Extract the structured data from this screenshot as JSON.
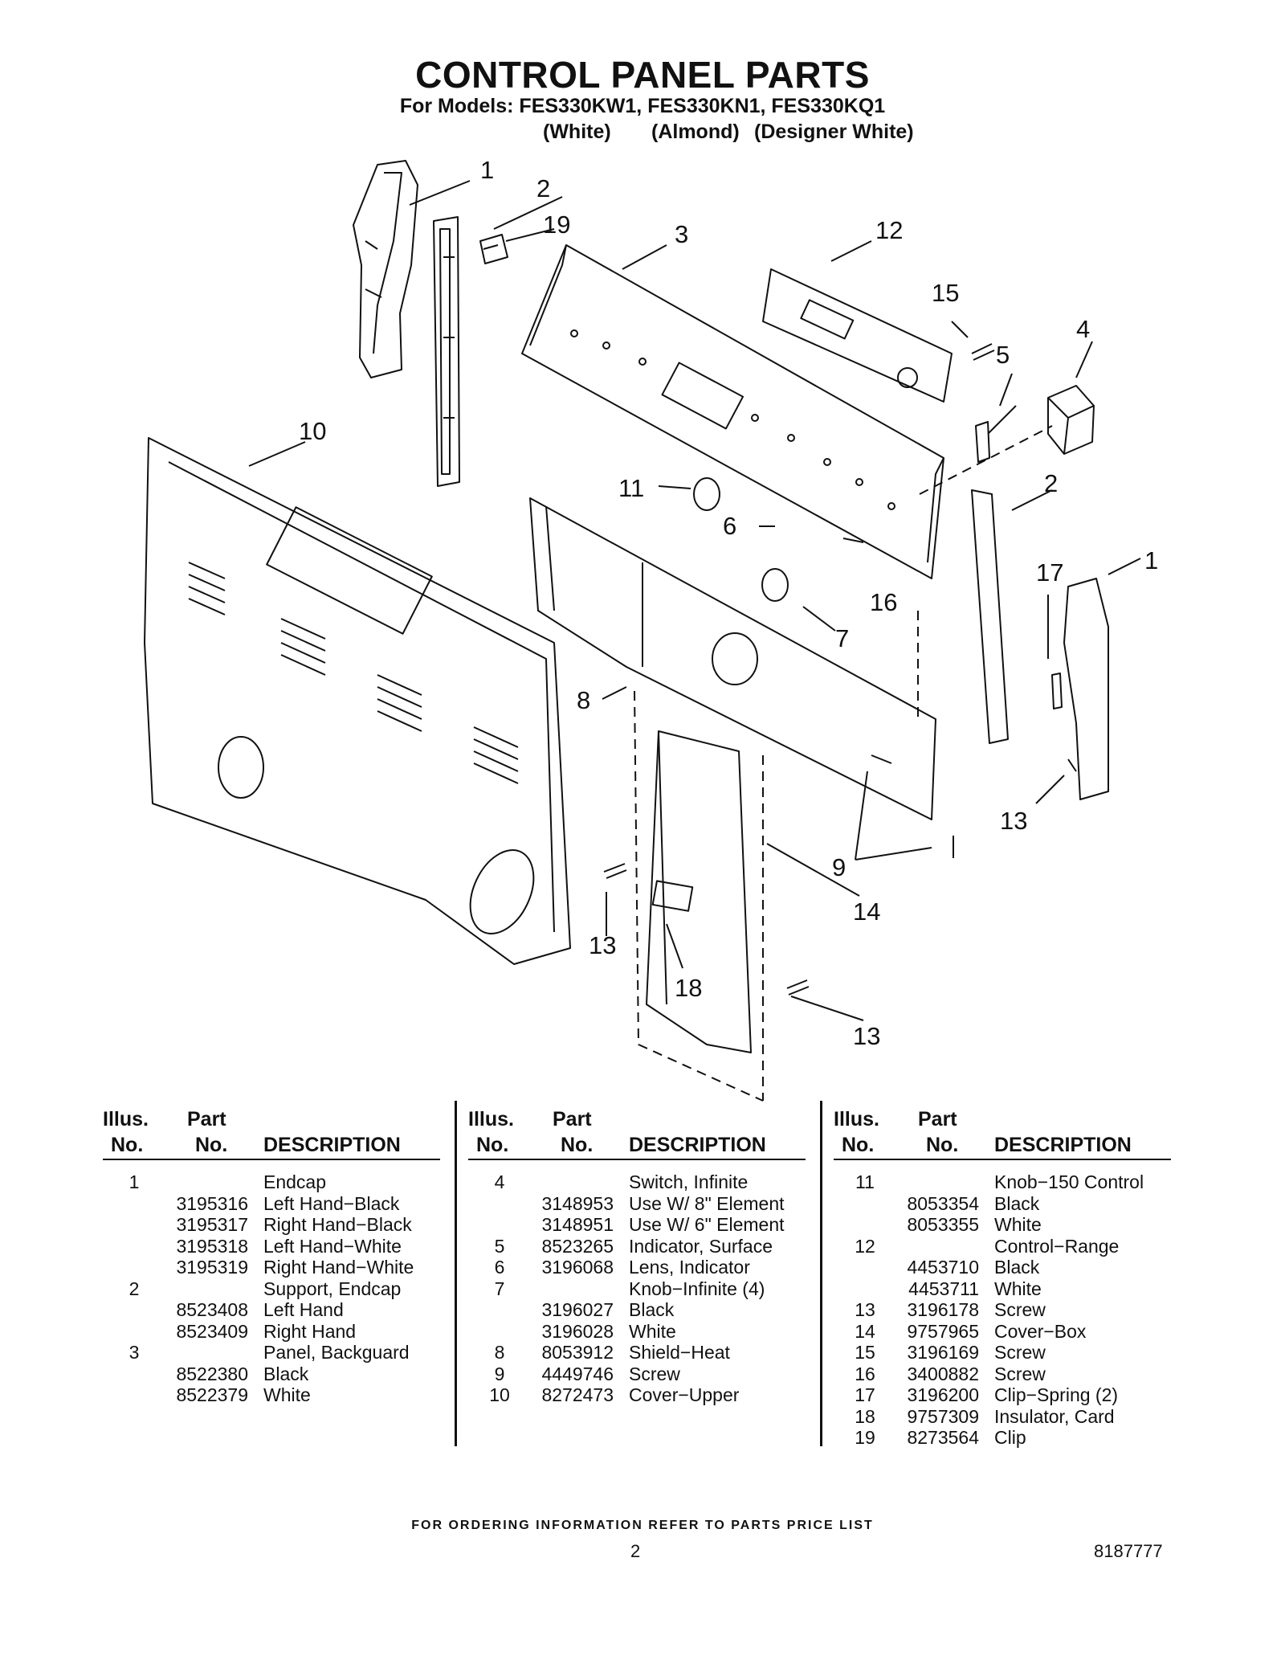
{
  "header": {
    "title": "CONTROL PANEL PARTS",
    "models": "For Models: FES330KW1, FES330KN1, FES330KQ1",
    "colors": [
      "(White)",
      "(Almond)",
      "(Designer White)"
    ]
  },
  "diagram": {
    "callouts": [
      "1",
      "2",
      "19",
      "3",
      "12",
      "15",
      "5",
      "4",
      "10",
      "11",
      "6",
      "2",
      "17",
      "1",
      "16",
      "7",
      "8",
      "9",
      "13",
      "14",
      "13",
      "18",
      "13"
    ]
  },
  "table": {
    "headers": {
      "illus_top": "Illus.",
      "illus_bottom": "No.",
      "part_top": "Part",
      "part_bottom": "No.",
      "description": "DESCRIPTION"
    },
    "columns": [
      [
        {
          "illus": "1",
          "part": "",
          "desc": "Endcap"
        },
        {
          "illus": "",
          "part": "3195316",
          "desc": "Left Hand−Black"
        },
        {
          "illus": "",
          "part": "3195317",
          "desc": "Right Hand−Black"
        },
        {
          "illus": "",
          "part": "3195318",
          "desc": "Left Hand−White"
        },
        {
          "illus": "",
          "part": "3195319",
          "desc": "Right Hand−White"
        },
        {
          "illus": "2",
          "part": "",
          "desc": "Support, Endcap"
        },
        {
          "illus": "",
          "part": "8523408",
          "desc": "Left Hand"
        },
        {
          "illus": "",
          "part": "8523409",
          "desc": "Right Hand"
        },
        {
          "illus": "3",
          "part": "",
          "desc": "Panel, Backguard"
        },
        {
          "illus": "",
          "part": "8522380",
          "desc": "Black"
        },
        {
          "illus": "",
          "part": "8522379",
          "desc": "White"
        }
      ],
      [
        {
          "illus": "4",
          "part": "",
          "desc": "Switch, Infinite"
        },
        {
          "illus": "",
          "part": "3148953",
          "desc": "Use W/ 8\" Element"
        },
        {
          "illus": "",
          "part": "3148951",
          "desc": "Use W/ 6\" Element"
        },
        {
          "illus": "5",
          "part": "8523265",
          "desc": "Indicator, Surface"
        },
        {
          "illus": "6",
          "part": "3196068",
          "desc": "Lens, Indicator"
        },
        {
          "illus": "7",
          "part": "",
          "desc": "Knob−Infinite (4)"
        },
        {
          "illus": "",
          "part": "3196027",
          "desc": "Black"
        },
        {
          "illus": "",
          "part": "3196028",
          "desc": "White"
        },
        {
          "illus": "8",
          "part": "8053912",
          "desc": "Shield−Heat"
        },
        {
          "illus": "9",
          "part": "4449746",
          "desc": "Screw"
        },
        {
          "illus": "10",
          "part": "8272473",
          "desc": "Cover−Upper"
        }
      ],
      [
        {
          "illus": "11",
          "part": "",
          "desc": "Knob−150 Control"
        },
        {
          "illus": "",
          "part": "8053354",
          "desc": "Black"
        },
        {
          "illus": "",
          "part": "8053355",
          "desc": "White"
        },
        {
          "illus": "12",
          "part": "",
          "desc": "Control−Range"
        },
        {
          "illus": "",
          "part": "4453710",
          "desc": "Black"
        },
        {
          "illus": "",
          "part": "4453711",
          "desc": "White"
        },
        {
          "illus": "13",
          "part": "3196178",
          "desc": "Screw"
        },
        {
          "illus": "14",
          "part": "9757965",
          "desc": "Cover−Box"
        },
        {
          "illus": "15",
          "part": "3196169",
          "desc": "Screw"
        },
        {
          "illus": "16",
          "part": "3400882",
          "desc": "Screw"
        },
        {
          "illus": "17",
          "part": "3196200",
          "desc": "Clip−Spring (2)"
        },
        {
          "illus": "18",
          "part": "9757309",
          "desc": "Insulator, Card"
        },
        {
          "illus": "19",
          "part": "8273564",
          "desc": "Clip"
        }
      ]
    ]
  },
  "footer": {
    "note": "FOR ORDERING INFORMATION REFER TO PARTS PRICE LIST",
    "page_number": "2",
    "document_number": "8187777"
  }
}
